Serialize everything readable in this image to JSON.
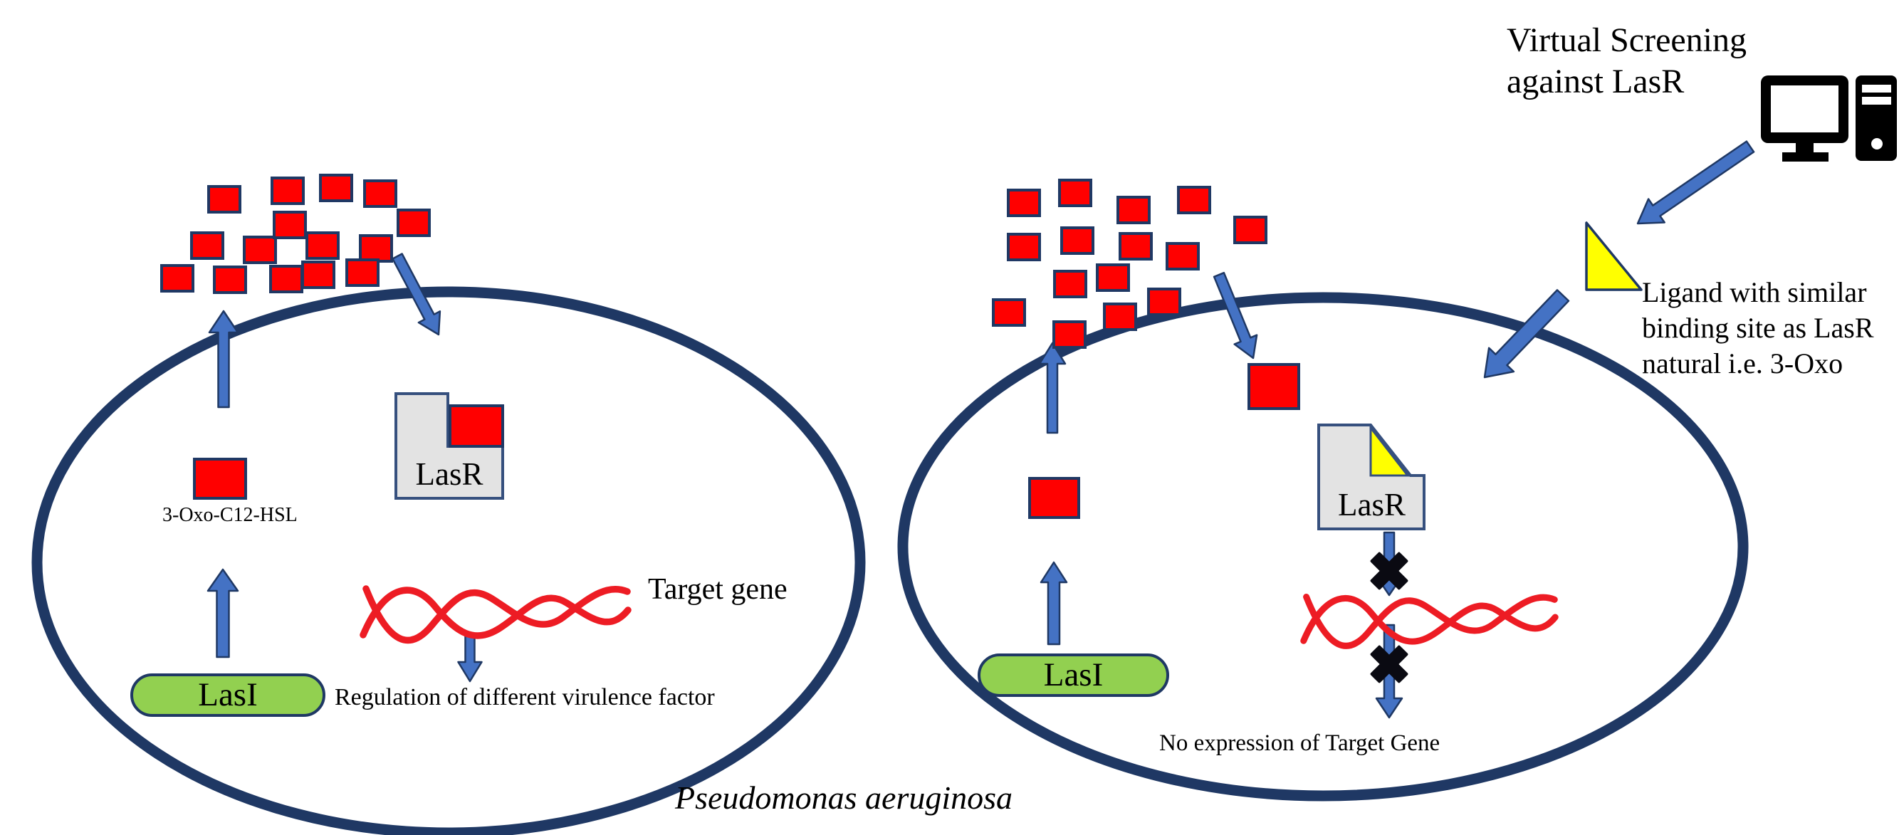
{
  "annotations": {
    "virtual_screening": "Virtual Screening against LasR",
    "ligand_note": "Ligand with similar binding site as LasR natural i.e. 3-Oxo",
    "organism": "Pseudomonas aeruginosa"
  },
  "left_cell": {
    "autoinducer_label": "3-Oxo-C12-HSL",
    "lasr_label": "LasR",
    "lasi_label": "LasI",
    "target_gene_label": "Target gene",
    "regulation_label": "Regulation of different virulence factor",
    "signal_molecule_count": 15
  },
  "right_cell": {
    "lasr_label": "LasR",
    "lasi_label": "LasI",
    "no_expression_label": "No expression of Target Gene",
    "signal_molecule_count": 15
  },
  "icons": {
    "computer": "desktop-computer-icon",
    "ligand": "yellow-triangle-ligand-icon",
    "blocked": "black-cross-icon"
  },
  "colors": {
    "membrane_navy": "#1f3864",
    "arrow_blue": "#4472c4",
    "molecule_red": "#ff0000",
    "lasi_green": "#92d050",
    "lasr_gray": "#e3e3e3",
    "ligand_yellow": "#ffff00",
    "gene_squiggle_red": "#ed1c24",
    "text_black": "#000000"
  }
}
